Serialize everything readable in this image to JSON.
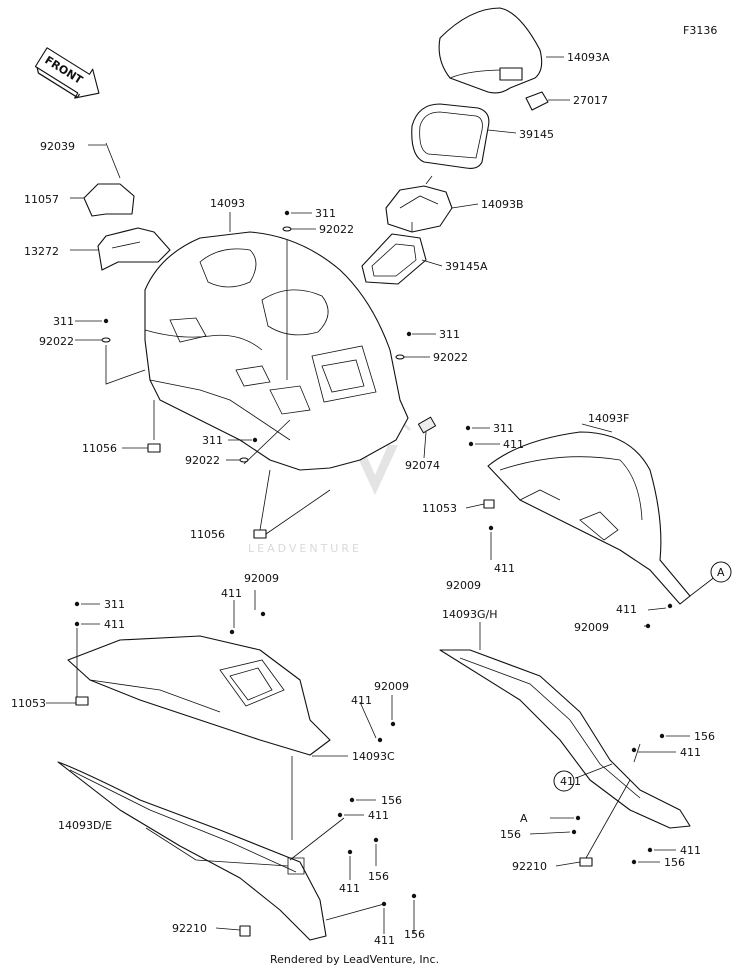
{
  "figure": {
    "code": "F3136",
    "front_label": "FRONT",
    "credit": "Rendered by LeadVenture, Inc.",
    "watermark": "LEADVENTURE"
  },
  "callouts": [
    {
      "id": "14093A",
      "label": "14093A"
    },
    {
      "id": "27017",
      "label": "27017"
    },
    {
      "id": "39145",
      "label": "39145"
    },
    {
      "id": "14093B",
      "label": "14093B"
    },
    {
      "id": "39145A",
      "label": "39145A"
    },
    {
      "id": "92039",
      "label": "92039"
    },
    {
      "id": "11057",
      "label": "11057"
    },
    {
      "id": "13272",
      "label": "13272"
    },
    {
      "id": "14093",
      "label": "14093"
    },
    {
      "id": "311-top",
      "label": "311"
    },
    {
      "id": "92022-top",
      "label": "92022"
    },
    {
      "id": "311-left",
      "label": "311"
    },
    {
      "id": "92022-left",
      "label": "92022"
    },
    {
      "id": "311-right",
      "label": "311"
    },
    {
      "id": "92022-right",
      "label": "92022"
    },
    {
      "id": "11056-left",
      "label": "11056"
    },
    {
      "id": "311-mid",
      "label": "311"
    },
    {
      "id": "92022-mid",
      "label": "92022"
    },
    {
      "id": "92074",
      "label": "92074"
    },
    {
      "id": "11056-bottom",
      "label": "11056"
    },
    {
      "id": "311-f",
      "label": "311"
    },
    {
      "id": "411-f",
      "label": "411"
    },
    {
      "id": "14093F",
      "label": "14093F"
    },
    {
      "id": "11053-f",
      "label": "11053"
    },
    {
      "id": "411-f2",
      "label": "411"
    },
    {
      "id": "92009-f",
      "label": "92009"
    },
    {
      "id": "ref-A-top",
      "label": "A"
    },
    {
      "id": "411-f3",
      "label": "411"
    },
    {
      "id": "92009-f2",
      "label": "92009"
    },
    {
      "id": "92009-c",
      "label": "92009"
    },
    {
      "id": "411-c",
      "label": "411"
    },
    {
      "id": "311-c",
      "label": "311"
    },
    {
      "id": "411-c2",
      "label": "411"
    },
    {
      "id": "11053-c",
      "label": "11053"
    },
    {
      "id": "411-c3",
      "label": "411"
    },
    {
      "id": "92009-c2",
      "label": "92009"
    },
    {
      "id": "14093C",
      "label": "14093C"
    },
    {
      "id": "14093D/E",
      "label": "14093D/E"
    },
    {
      "id": "156-d1",
      "label": "156"
    },
    {
      "id": "411-d1",
      "label": "411"
    },
    {
      "id": "411-d2",
      "label": "411"
    },
    {
      "id": "156-d2",
      "label": "156"
    },
    {
      "id": "92210-d",
      "label": "92210"
    },
    {
      "id": "411-d3",
      "label": "411"
    },
    {
      "id": "156-d3",
      "label": "156"
    },
    {
      "id": "14093G/H",
      "label": "14093G/H"
    },
    {
      "id": "156-g1",
      "label": "156"
    },
    {
      "id": "411-g1",
      "label": "411"
    },
    {
      "id": "ref-A-bottom",
      "label": "A"
    },
    {
      "id": "411-g2",
      "label": "411"
    },
    {
      "id": "156-g2",
      "label": "156"
    },
    {
      "id": "92210-g",
      "label": "92210"
    },
    {
      "id": "411-g3",
      "label": "411"
    },
    {
      "id": "156-g3",
      "label": "156"
    }
  ]
}
